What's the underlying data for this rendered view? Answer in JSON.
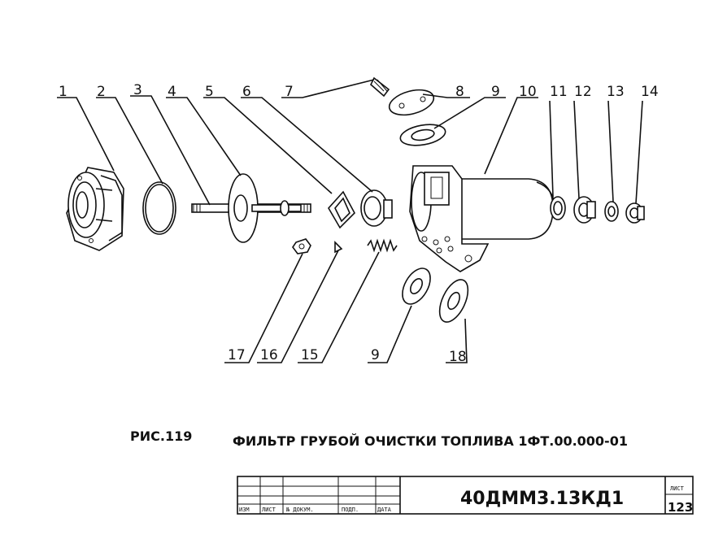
{
  "callouts": [
    "1",
    "2",
    "3",
    "4",
    "5",
    "6",
    "7",
    "8",
    "9",
    "10",
    "11",
    "12",
    "13",
    "14",
    "17",
    "16",
    "15",
    "9",
    "18"
  ],
  "caption": {
    "figure": "РИС.119",
    "title": "ФИЛЬТР ГРУБОЙ ОЧИСТКИ ТОПЛИВА 1ФТ.00.000-01"
  },
  "title_block": {
    "headers": [
      "ИЗМ",
      "ЛИСТ",
      "№ ДОКУМ.",
      "ПОДП.",
      "ДАТА"
    ],
    "document_code": "40ДММ3.13КД1",
    "sheet_label": "ЛИСТ",
    "sheet_number": "123"
  }
}
